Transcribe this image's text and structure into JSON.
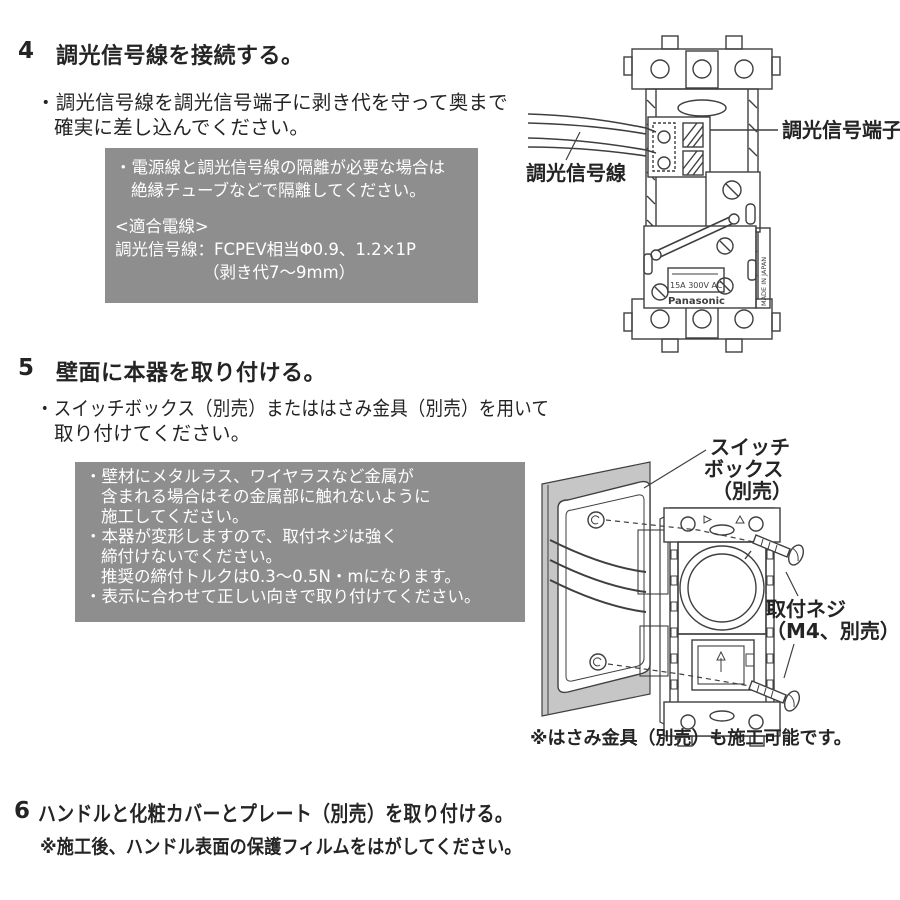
{
  "page": {
    "background": "#ffffff",
    "text_color": "#242424",
    "note_box_bg": "#8e8e8e",
    "note_box_text": "#ffffff",
    "line_art_color": "#3f3f3f",
    "wall_color": "#c6c6c6"
  },
  "section4": {
    "number": "4",
    "title": "調光信号線を接続する。",
    "bullets": [
      "・調光信号線を調光信号端子に剥き代を守って奥まで",
      "確実に差し込んでください。"
    ],
    "note": {
      "lines": [
        "・電源線と調光信号線の隔離が必要な場合は",
        "絶縁チューブなどで隔離してください。",
        "<適合電線>",
        "調光信号線：FCPEV相当Φ0.9、1.2×1P",
        "（剥き代7～9mm）"
      ]
    },
    "diagram": {
      "label_terminal": "調光信号端子",
      "label_wire": "調光信号線",
      "rating": "15A 300V AC",
      "brand": "Panasonic",
      "origin": "MADE IN JAPAN"
    }
  },
  "section5": {
    "number": "5",
    "title": "壁面に本器を取り付ける。",
    "bullets": [
      "・スイッチボックス（別売）またははさみ金具（別売）を用いて",
      "取り付けてください。"
    ],
    "note": {
      "lines": [
        "・壁材にメタルラス、ワイヤラスなど金属が",
        "含まれる場合はその金属部に触れないように",
        "施工してください。",
        "・本器が変形しますので、取付ネジは強く",
        "締付けないでください。",
        "推奨の締付トルクは0.3～0.5N・mになります。",
        "・表示に合わせて正しい向きで取り付けてください。"
      ]
    },
    "diagram": {
      "switch_box_lines": [
        "スイッチ",
        "ボックス",
        "（別売）"
      ],
      "screw_lines": [
        "取付ネジ",
        "（M4、別売）"
      ],
      "footnote": "※はさみ金具（別売）も施工可能です。"
    }
  },
  "section6": {
    "number": "6",
    "title": "ハンドルと化粧カバーとプレート（別売）を取り付ける。",
    "subtitle": "※施工後、ハンドル表面の保護フィルムをはがしてください。"
  }
}
